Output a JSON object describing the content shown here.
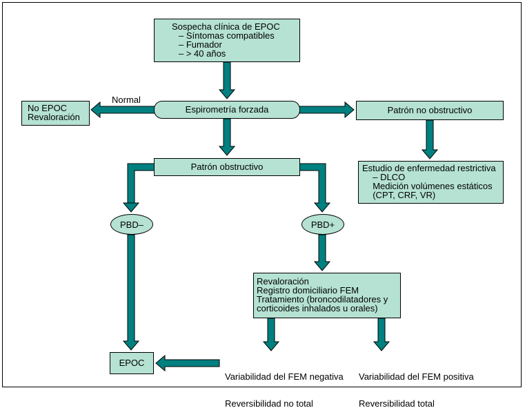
{
  "colors": {
    "box_fill": "#b5e2d2",
    "arrow": "#008080",
    "border": "#000000"
  },
  "nodes": {
    "suspicion": {
      "title": "Sospecha clínica de EPOC",
      "items": [
        "– Síntomas compatibles",
        "– Fumador",
        "– > 40 años"
      ]
    },
    "spirometry": "Espirometría forzada",
    "no_epoc": [
      "No EPOC",
      "Revaloración"
    ],
    "normal_label": "Normal",
    "non_obstructive": "Patrón no obstructivo",
    "restrictive_study": [
      "Estudio de enfermedad restrictiva",
      "  – DLCO",
      "  Medición volúmenes estáticos",
      "  (CPT, CRF, VR)"
    ],
    "obstructive": "Patrón obstructivo",
    "pbd_neg": "PBD–",
    "pbd_pos": "PBD+",
    "reevaluation": [
      "Revaloración",
      "Registro domiciliario FEM",
      "Tratamiento (broncodilatadores y",
      "corticoides inhalados u orales)"
    ],
    "negative_variability": [
      "Variabilidad del FEM negativa",
      "Reversibilidad no total"
    ],
    "positive_variability": [
      "Variabilidad del FEM positiva",
      "Reversibilidad total"
    ],
    "epoc": "EPOC"
  }
}
